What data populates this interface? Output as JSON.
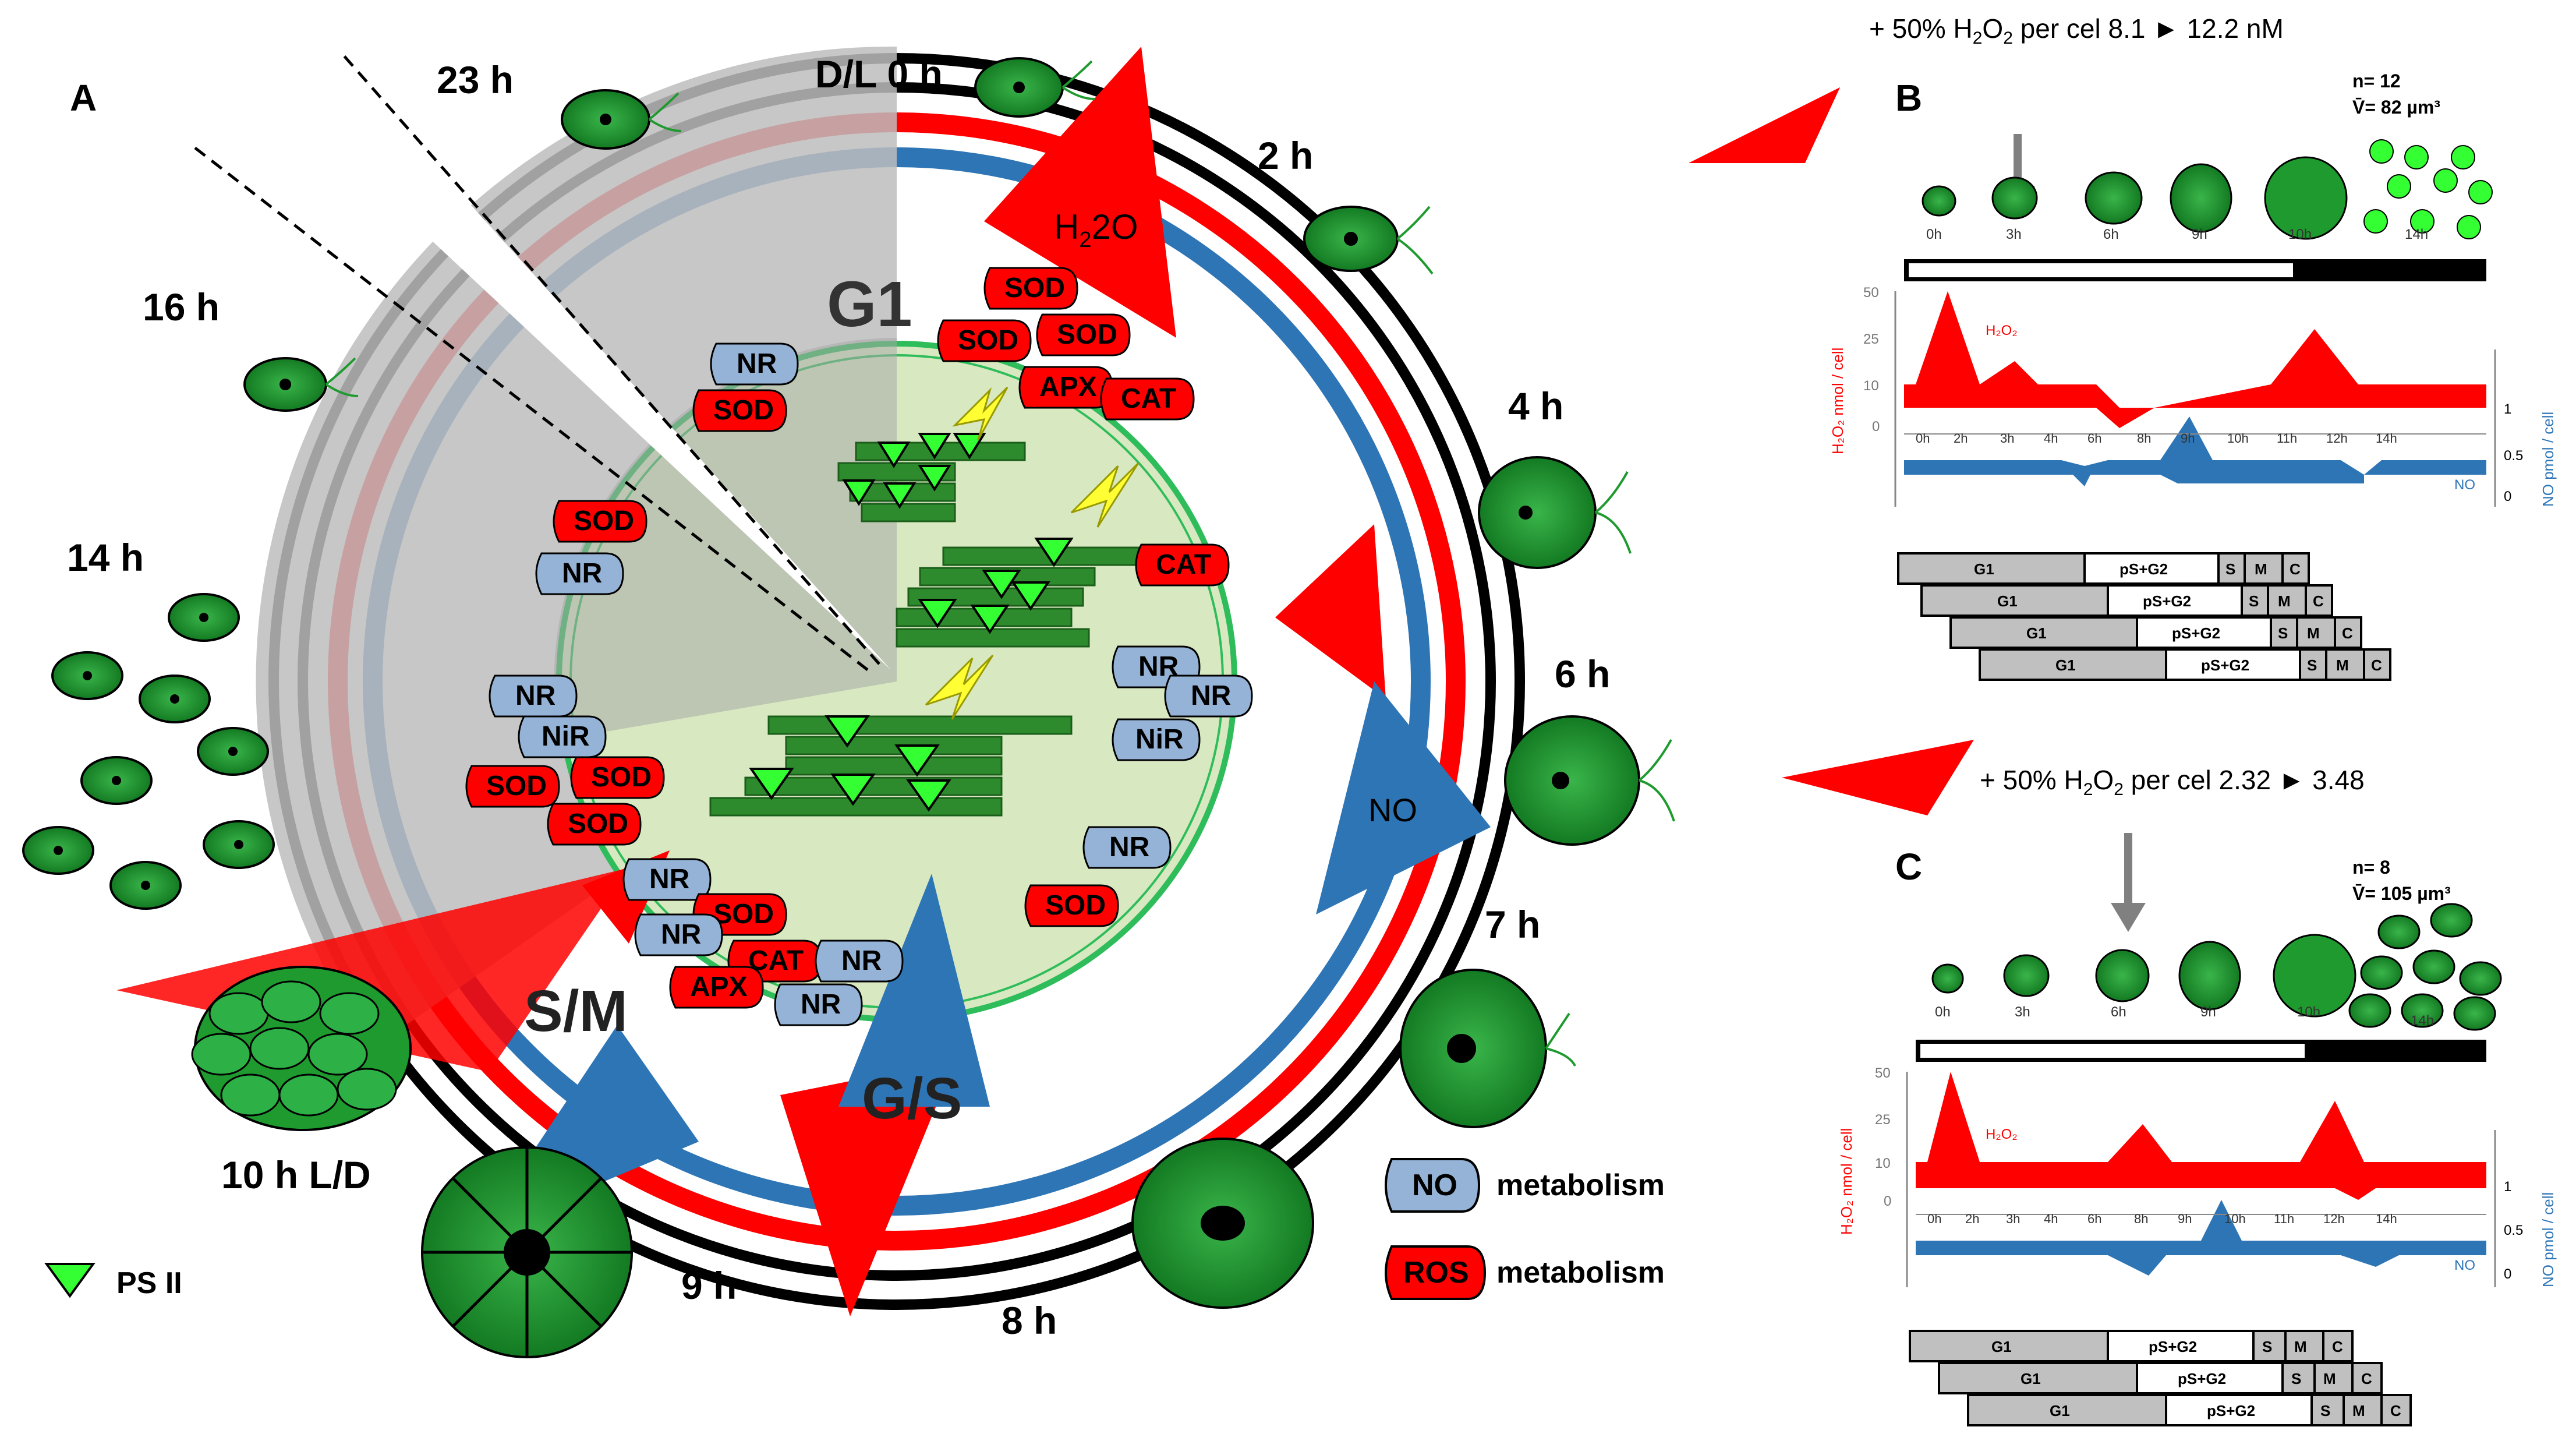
{
  "panels": {
    "a_label": "A",
    "b_label": "B",
    "c_label": "C"
  },
  "clock": {
    "time_labels": [
      "D/L 0 h",
      "2 h",
      "4 h",
      "6 h",
      "7 h",
      "8 h",
      "9 h",
      "10 h L/D",
      "14 h",
      "16 h",
      "23 h"
    ],
    "phase_labels": {
      "g1": "G1",
      "gs": "G/S",
      "sm": "S/M"
    },
    "arrow_labels": {
      "h2o2_main": "H",
      "h2o2_sub": "2",
      "h2o2_o": "O",
      "no": "NO"
    }
  },
  "enzymes": {
    "sod": "SOD",
    "nr": "NR",
    "nir": "NiR",
    "apx": "APX",
    "cat": "CAT"
  },
  "legend": {
    "no_tag": "NO",
    "no_text": "metabolism",
    "ros_tag": "ROS",
    "ros_text": "metabolism",
    "ps_label": "PS II"
  },
  "panel_b": {
    "note_prefix": "+ 50% H",
    "note_suffix": "O",
    "note_rest": " per cel  8.1  ",
    "note_arrow": "►",
    "note_end": " 12.2 nM",
    "n": "n= 12",
    "vol": "V̄= 82 µm³",
    "cell_times": [
      "0h",
      "3h",
      "6h",
      "9h",
      "10h",
      "14h"
    ],
    "axis_ticks": [
      "0h",
      "2h",
      "3h",
      "4h",
      "6h",
      "8h",
      "9h",
      "10h",
      "11h",
      "12h",
      "14h"
    ],
    "h2o2_ticks": [
      "50",
      "25",
      "10",
      "0"
    ],
    "no_ticks": [
      "1",
      "0.5",
      "0"
    ],
    "h2o2_series_label": "H₂O₂",
    "no_series_label": "NO",
    "y_left_label": "H₂O₂  nmol / cell",
    "y_right_label": "NO pmol / cell",
    "cycle_cells": [
      "G1",
      "pS+G2",
      "S",
      "M",
      "C"
    ]
  },
  "panel_c": {
    "note_prefix": "+ 50% H",
    "note_suffix": "O",
    "note_rest": " per cel  2.32  ",
    "note_arrow": "►",
    "note_end": " 3.48",
    "n": "n= 8",
    "vol": "V̄= 105 µm³",
    "cell_times": [
      "0h",
      "3h",
      "6h",
      "9h",
      "10h",
      "14h"
    ],
    "axis_ticks": [
      "0h",
      "2h",
      "3h",
      "4h",
      "6h",
      "8h",
      "9h",
      "10h",
      "11h",
      "12h",
      "14h"
    ],
    "h2o2_ticks": [
      "50",
      "25",
      "10",
      "0"
    ],
    "no_ticks": [
      "1",
      "0.5",
      "0"
    ],
    "h2o2_series_label": "H₂O₂",
    "no_series_label": "NO",
    "y_left_label": "H₂O₂  nmol / cell",
    "y_right_label": "NO pmol / cell",
    "cycle_cells": [
      "G1",
      "pS+G2",
      "S",
      "M",
      "C"
    ]
  },
  "colors": {
    "ros_red": "#ff0000",
    "no_blue": "#2e75b6",
    "enzyme_blue": "#95b3d7",
    "cell_green": "#1e9a2e",
    "thylakoid_green": "#2d8b2d",
    "ps_green": "#33ff33",
    "chloroplast": "#d8e8c0",
    "night_grey": "#c8c8c8"
  }
}
